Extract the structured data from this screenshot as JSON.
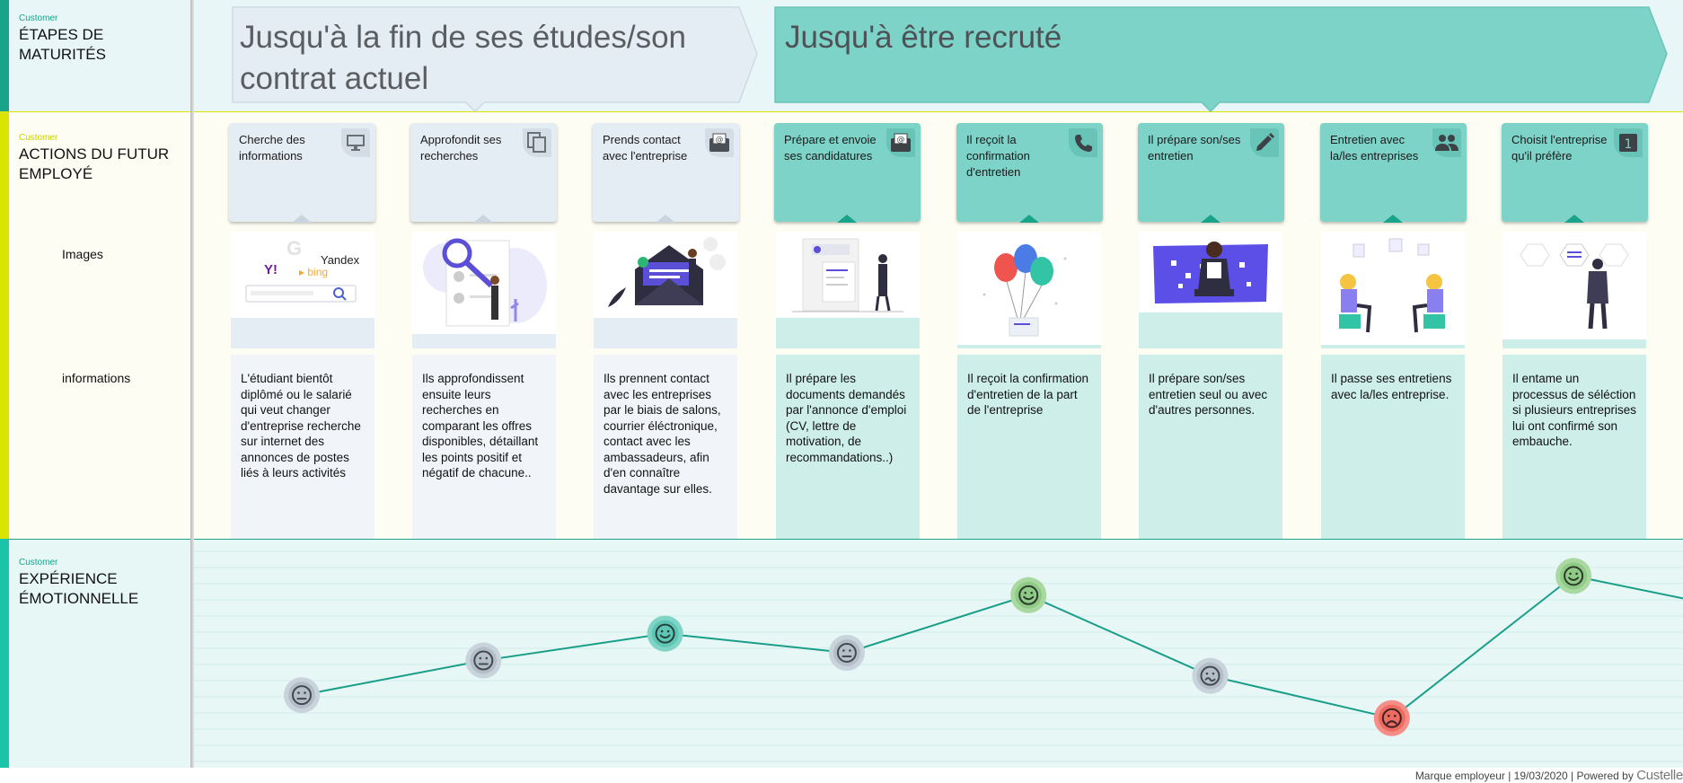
{
  "lanes": {
    "maturity": {
      "kicker": "Customer",
      "title": "ÉTAPES DE MATURITÉS"
    },
    "actions": {
      "kicker": "Customer",
      "title": "ACTIONS DU FUTUR EMPLOYÉ"
    },
    "images_label": "Images",
    "informations_label": "informations",
    "emotion": {
      "kicker": "Customer",
      "title": "EXPÉRIENCE ÉMOTIONNELLE"
    }
  },
  "phases": [
    {
      "title": "Jusqu'à la fin de ses études/son contrat actuel",
      "color": "#e5edf4"
    },
    {
      "title": "Jusqu'à être recruté",
      "color": "#7dd3c8"
    }
  ],
  "steps": [
    {
      "action": "Cherche des informations",
      "icon": "monitor-icon",
      "style": "grey",
      "image": "search-engines-illustration",
      "info": "L'étudiant bientôt diplômé ou le salarié qui veut changer d'entreprise recherche sur internet des annonces de postes liés à leurs activités",
      "emotion": "neutral"
    },
    {
      "action": "Approfondit ses recherches",
      "icon": "copy-icon",
      "style": "grey",
      "image": "magnifier-profiles-illustration",
      "info": "Ils approfondissent ensuite leurs recherches en comparant les offres disponibles, détaillant les points positif et négatif de chacune..",
      "emotion": "neutral"
    },
    {
      "action": "Prends contact avec l'entreprise",
      "icon": "email-icon",
      "style": "grey",
      "image": "envelope-person-illustration",
      "info": "Ils prennent contact avec les entreprises par le biais de salons, courrier éléctronique, contact avec les ambassadeurs, afin d'en connaître davantage sur elles.",
      "emotion": "happy"
    },
    {
      "action": "Prépare et envoie ses candidatures",
      "icon": "email-icon",
      "style": "teal",
      "image": "resume-person-illustration",
      "info": "Il prépare les documents demandés par l'annonce d'emploi (CV, lettre de motivation, de recommandations..)",
      "emotion": "neutral"
    },
    {
      "action": "Il reçoit la confirmation d'entretien",
      "icon": "phone-icon",
      "style": "teal",
      "image": "balloons-illustration",
      "info": "Il reçoit la confirmation d'entretien de la part de l'entreprise",
      "emotion": "happy"
    },
    {
      "action": "Il prépare son/ses entretien",
      "icon": "pencil-icon",
      "style": "teal",
      "image": "woman-screen-illustration",
      "info": "Il prépare son/ses entretien seul ou avec d'autres personnes.",
      "emotion": "worried"
    },
    {
      "action": "Entretien avec la/les entreprises",
      "icon": "people-icon",
      "style": "teal",
      "image": "interview-illustration",
      "info": "Il passe ses entretiens avec la/les entreprise.",
      "emotion": "sad"
    },
    {
      "action": "Choisit l'entreprise qu'il préfère",
      "icon": "one-icon",
      "style": "teal",
      "image": "choice-illustration",
      "info": "Il entame un processus de séléction si plusieurs entreprises lui ont confirmé son embauche.",
      "emotion": "happy"
    }
  ],
  "chart_data": {
    "type": "line",
    "categories": [
      "Cherche des informations",
      "Approfondit ses recherches",
      "Prends contact avec l'entreprise",
      "Prépare et envoie ses candidatures",
      "Il reçoit la confirmation d'entretien",
      "Il prépare son/ses entretien",
      "Entretien avec la/les entreprises",
      "Choisit l'entreprise qu'il préfère"
    ],
    "values": [
      1.4,
      2.3,
      3.0,
      2.5,
      4.0,
      1.9,
      0.8,
      4.5
    ],
    "ylim": [
      0,
      5
    ],
    "grid": true,
    "legend": "none",
    "line_color": "#199e88"
  },
  "footer": {
    "text": "Marque employeur | 19/03/2020 | Powered by",
    "brand": "Custelle"
  },
  "colors": {
    "teal": "#7dd3c8",
    "grey": "#e5edf4",
    "accent": "#19a38b",
    "yellow": "#dbe300"
  }
}
